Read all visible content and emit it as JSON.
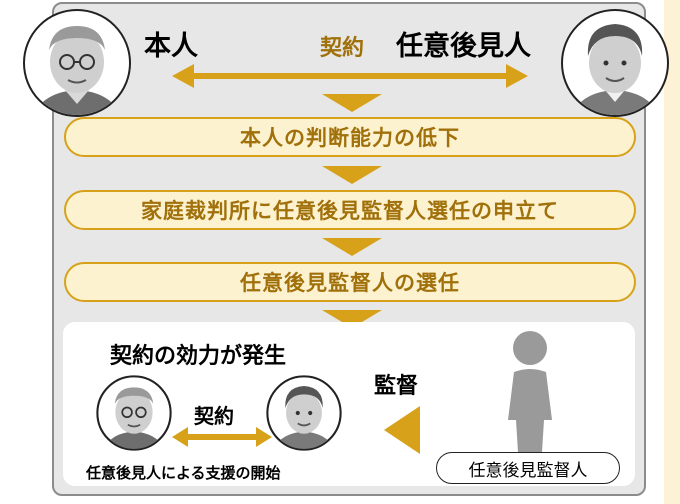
{
  "top": {
    "principal_label": "本人",
    "contract_label": "契約",
    "guardian_label": "任意後見人"
  },
  "steps": [
    "本人の判断能力の低下",
    "家庭裁判所に任意後見監督人選任の申立て",
    "任意後見監督人の選任"
  ],
  "bottom": {
    "effect_title": "契約の効力が発生",
    "contract_label": "契約",
    "support_caption": "任意後見人による支援の開始",
    "supervision_label": "監督",
    "supervisor_label": "任意後見監督人"
  },
  "colors": {
    "accent": "#d7a11a",
    "accent_text": "#a0700a",
    "pill_fill": "#fdf2cf",
    "panel_bg": "#e7e7e7"
  }
}
